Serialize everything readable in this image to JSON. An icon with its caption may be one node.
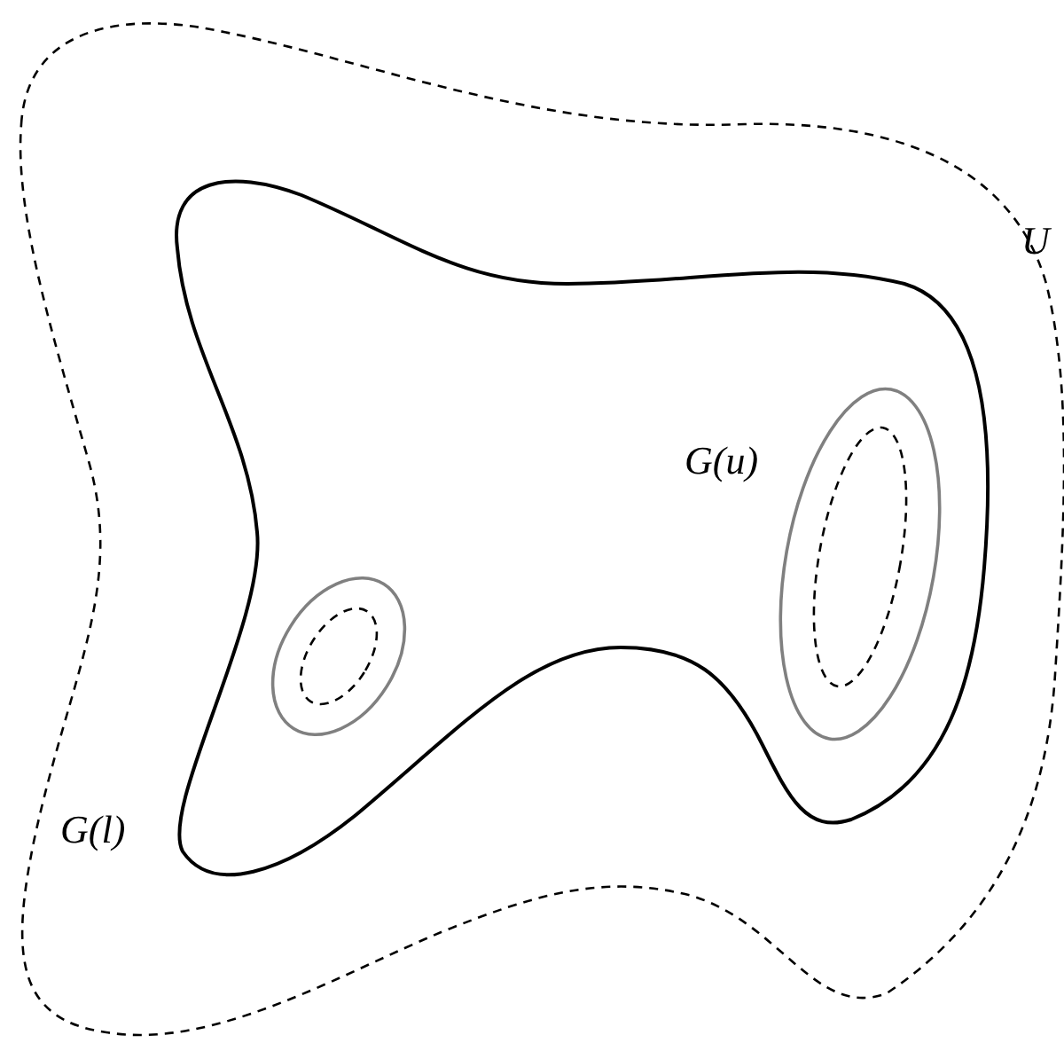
{
  "diagram": {
    "labels": [
      "U",
      "G(u)",
      "G(l)"
    ]
  }
}
